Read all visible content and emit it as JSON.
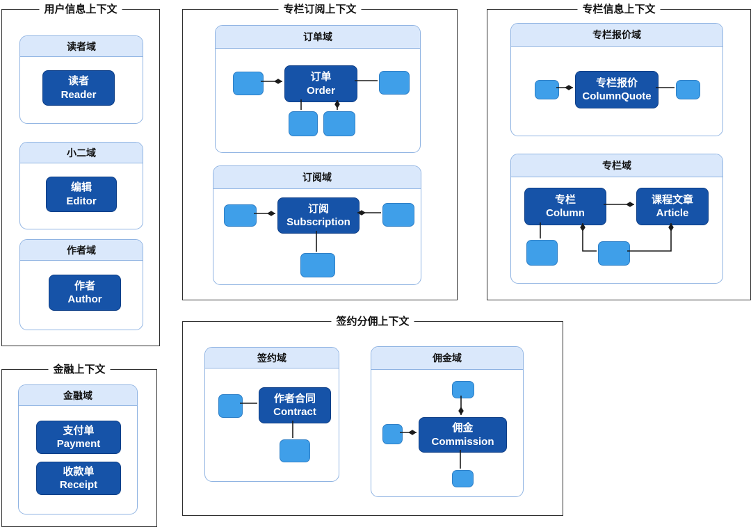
{
  "colors": {
    "entity_fill": "#1653A8",
    "entity_border": "#0E3E86",
    "value_object_fill": "#3F9FE9",
    "value_object_border": "#2E7FC6",
    "domain_header_fill": "#DAE8FB",
    "domain_border": "#8FB3E2",
    "context_border": "#2E2E2E",
    "connector": "#1B1B1B",
    "background": "#FFFFFF"
  },
  "contexts": [
    {
      "title": "用户信息上下文",
      "domains": [
        {
          "title": "读者域",
          "entities": [
            {
              "zh": "读者",
              "en": "Reader"
            }
          ]
        },
        {
          "title": "小二域",
          "entities": [
            {
              "zh": "编辑",
              "en": "Editor"
            }
          ]
        },
        {
          "title": "作者域",
          "entities": [
            {
              "zh": "作者",
              "en": "Author"
            }
          ]
        }
      ]
    },
    {
      "title": "专栏订阅上下文",
      "domains": [
        {
          "title": "订单域",
          "entities": [
            {
              "zh": "订单",
              "en": "Order"
            }
          ]
        },
        {
          "title": "订阅域",
          "entities": [
            {
              "zh": "订阅",
              "en": "Subscription"
            }
          ]
        }
      ]
    },
    {
      "title": "专栏信息上下文",
      "domains": [
        {
          "title": "专栏报价域",
          "entities": [
            {
              "zh": "专栏报价",
              "en": "ColumnQuote"
            }
          ]
        },
        {
          "title": "专栏域",
          "entities": [
            {
              "zh": "专栏",
              "en": "Column"
            },
            {
              "zh": "课程文章",
              "en": "Article"
            }
          ]
        }
      ]
    },
    {
      "title": "金融上下文",
      "domains": [
        {
          "title": "金融域",
          "entities": [
            {
              "zh": "支付单",
              "en": "Payment"
            },
            {
              "zh": "收款单",
              "en": "Receipt"
            }
          ]
        }
      ]
    },
    {
      "title": "签约分佣上下文",
      "domains": [
        {
          "title": "签约域",
          "entities": [
            {
              "zh": "作者合同",
              "en": "Contract"
            }
          ]
        },
        {
          "title": "佣金域",
          "entities": [
            {
              "zh": "佣金",
              "en": "Commission"
            }
          ]
        }
      ]
    }
  ],
  "relations": [
    {
      "domain": "订单域",
      "from": "vo-left",
      "to": "订单 Order",
      "diamond_at": "订单 Order"
    },
    {
      "domain": "订单域",
      "from": "vo-right",
      "to": "订单 Order",
      "diamond_at": null
    },
    {
      "domain": "订单域",
      "from": "vo-bottom-left",
      "to": "订单 Order",
      "diamond_at": null
    },
    {
      "domain": "订单域",
      "from": "vo-bottom-right",
      "to": "订单 Order",
      "diamond_at": "订单 Order"
    },
    {
      "domain": "订阅域",
      "from": "vo-left",
      "to": "订阅 Subscription",
      "diamond_at": "订阅 Subscription"
    },
    {
      "domain": "订阅域",
      "from": "vo-right",
      "to": "订阅 Subscription",
      "diamond_at": "订阅 Subscription"
    },
    {
      "domain": "订阅域",
      "from": "vo-bottom",
      "to": "订阅 Subscription",
      "diamond_at": null
    },
    {
      "domain": "专栏报价域",
      "from": "vo-left",
      "to": "专栏报价 ColumnQuote",
      "diamond_at": "专栏报价 ColumnQuote"
    },
    {
      "domain": "专栏报价域",
      "from": "vo-right",
      "to": "专栏报价 ColumnQuote",
      "diamond_at": null
    },
    {
      "domain": "专栏域",
      "from": "专栏 Column",
      "to": "课程文章 Article",
      "diamond_at": "课程文章 Article"
    },
    {
      "domain": "专栏域",
      "from": "vo-below-column",
      "to": "专栏 Column",
      "diamond_at": null
    },
    {
      "domain": "专栏域",
      "from": "vo-bottom-center",
      "to": "专栏 Column",
      "diamond_at": "专栏 Column"
    },
    {
      "domain": "专栏域",
      "from": "vo-bottom-center",
      "to": "课程文章 Article",
      "diamond_at": "课程文章 Article"
    },
    {
      "domain": "签约域",
      "from": "vo-left",
      "to": "作者合同 Contract",
      "diamond_at": null
    },
    {
      "domain": "签约域",
      "from": "vo-bottom",
      "to": "作者合同 Contract",
      "diamond_at": null
    },
    {
      "domain": "佣金域",
      "from": "vo-top",
      "to": "佣金 Commission",
      "diamond_at": "佣金 Commission"
    },
    {
      "domain": "佣金域",
      "from": "vo-left",
      "to": "佣金 Commission",
      "diamond_at": "佣金 Commission"
    },
    {
      "domain": "佣金域",
      "from": "vo-bottom",
      "to": "佣金 Commission",
      "diamond_at": null
    }
  ]
}
